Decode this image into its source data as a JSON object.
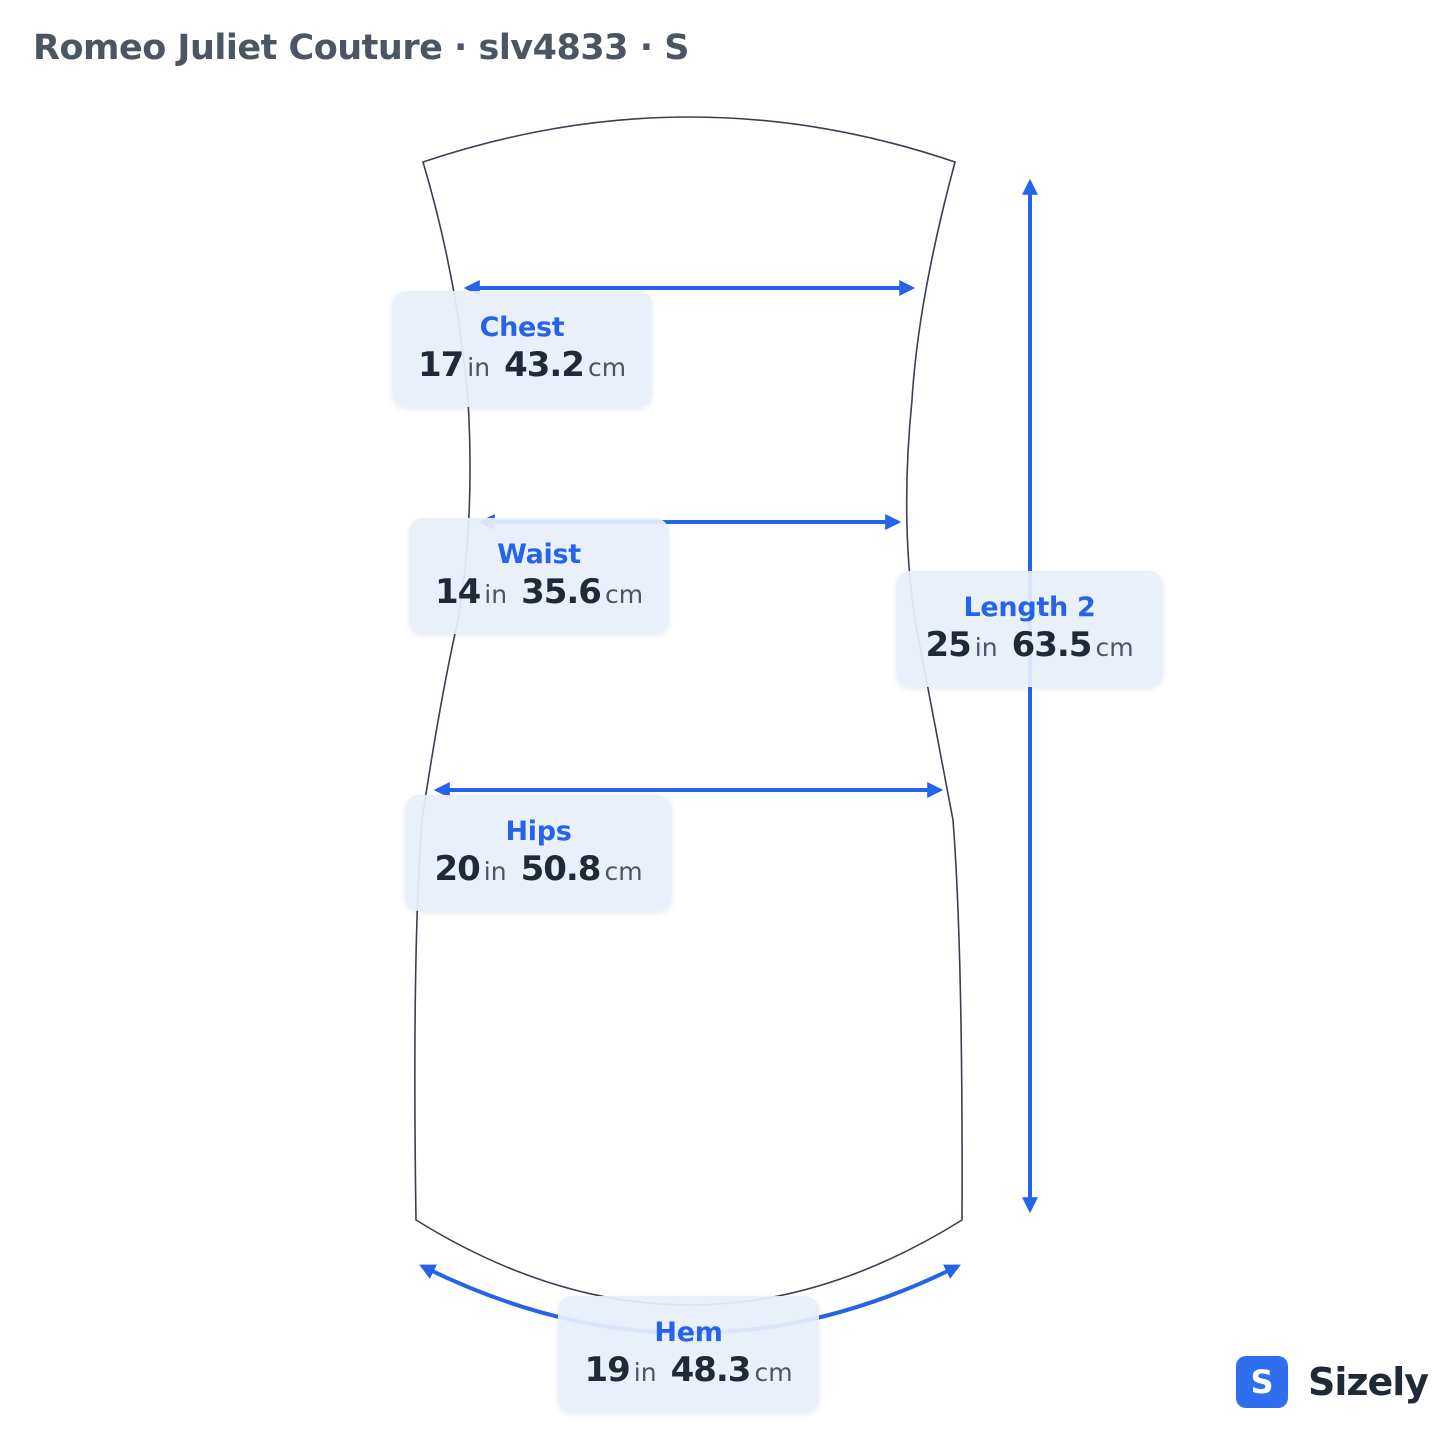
{
  "title": "Romeo Juliet Couture · slv4833 · S",
  "accent_color": "#2563eb",
  "measurements": {
    "chest": {
      "label": "Chest",
      "in": "17",
      "cm": "43.2",
      "unit_in": "in",
      "unit_cm": "cm"
    },
    "waist": {
      "label": "Waist",
      "in": "14",
      "cm": "35.6",
      "unit_in": "in",
      "unit_cm": "cm"
    },
    "length": {
      "label": "Length 2",
      "in": "25",
      "cm": "63.5",
      "unit_in": "in",
      "unit_cm": "cm"
    },
    "hips": {
      "label": "Hips",
      "in": "20",
      "cm": "50.8",
      "unit_in": "in",
      "unit_cm": "cm"
    },
    "hem": {
      "label": "Hem",
      "in": "19",
      "cm": "48.3",
      "unit_in": "in",
      "unit_cm": "cm"
    }
  },
  "brand": {
    "badge": "S",
    "name": "Sizely"
  }
}
